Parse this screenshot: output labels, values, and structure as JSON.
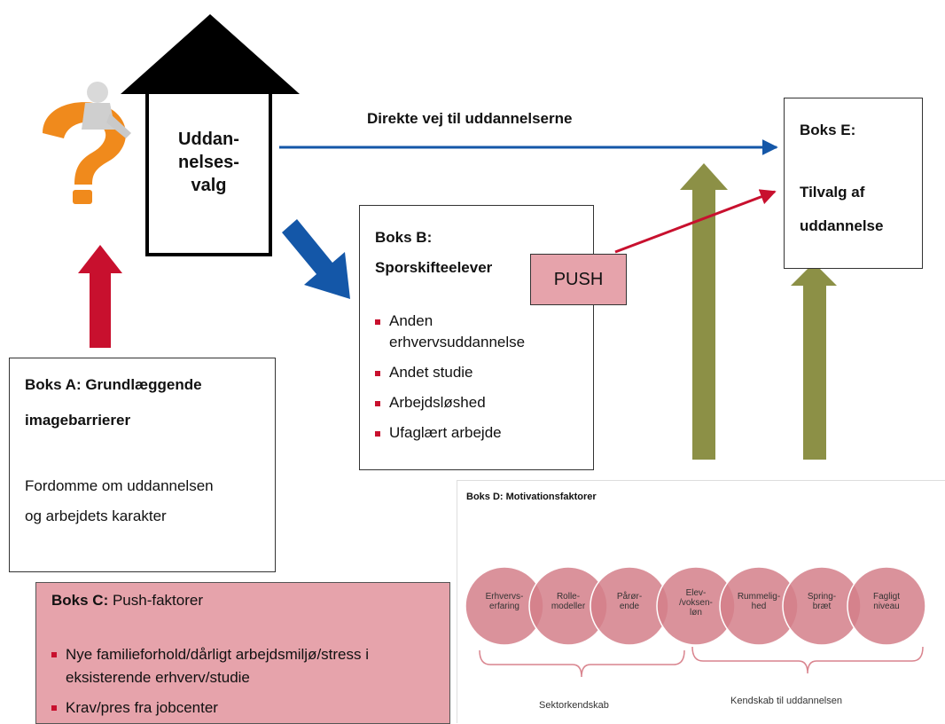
{
  "house": {
    "lines": [
      "Uddan-",
      "nelses-",
      "valg"
    ]
  },
  "direct_arrow_label": "Direkte vej til uddannelserne",
  "box_a": {
    "title_line1": "Boks A: Grundlæggende",
    "title_line2": "imagebarrierer",
    "text_line1": "Fordomme om uddannelsen",
    "text_line2": "og arbejdets karakter"
  },
  "box_b": {
    "title": "Boks B:",
    "subtitle": "Sporskifteelever",
    "items": [
      "Anden erhvervsuddannelse",
      "Andet studie",
      "Arbejdsløshed",
      "Ufaglært arbejde"
    ]
  },
  "push_label": "PUSH",
  "box_e": {
    "title": "Boks E:",
    "line1": "Tilvalg af",
    "line2": "uddannelse"
  },
  "box_c": {
    "title_bold": "Boks C:",
    "title_rest": " Push-faktorer",
    "items": [
      "Nye familieforhold/dårligt arbejdsmiljø/stress i eksisterende erhverv/studie",
      "Krav/pres fra jobcenter"
    ]
  },
  "box_d": {
    "title": "Boks D: Motivationsfaktorer",
    "circles": [
      "Erhvervs-\nerfaring",
      "Rolle-\nmodeller",
      "Pårør-\nende",
      "Elev-\n/voksen-\nløn",
      "Rummelig-\nhed",
      "Spring-\nbræt",
      "Fagligt\nniveau"
    ],
    "group1": "Sektorkendskab",
    "group2": "Kendskab til uddannelsen"
  },
  "colors": {
    "red": "#c8102e",
    "blue": "#1457a8",
    "olive": "#8c9046",
    "pink": "#e6a3ab",
    "circle": "#d37f8a",
    "orange": "#f08a1c"
  }
}
